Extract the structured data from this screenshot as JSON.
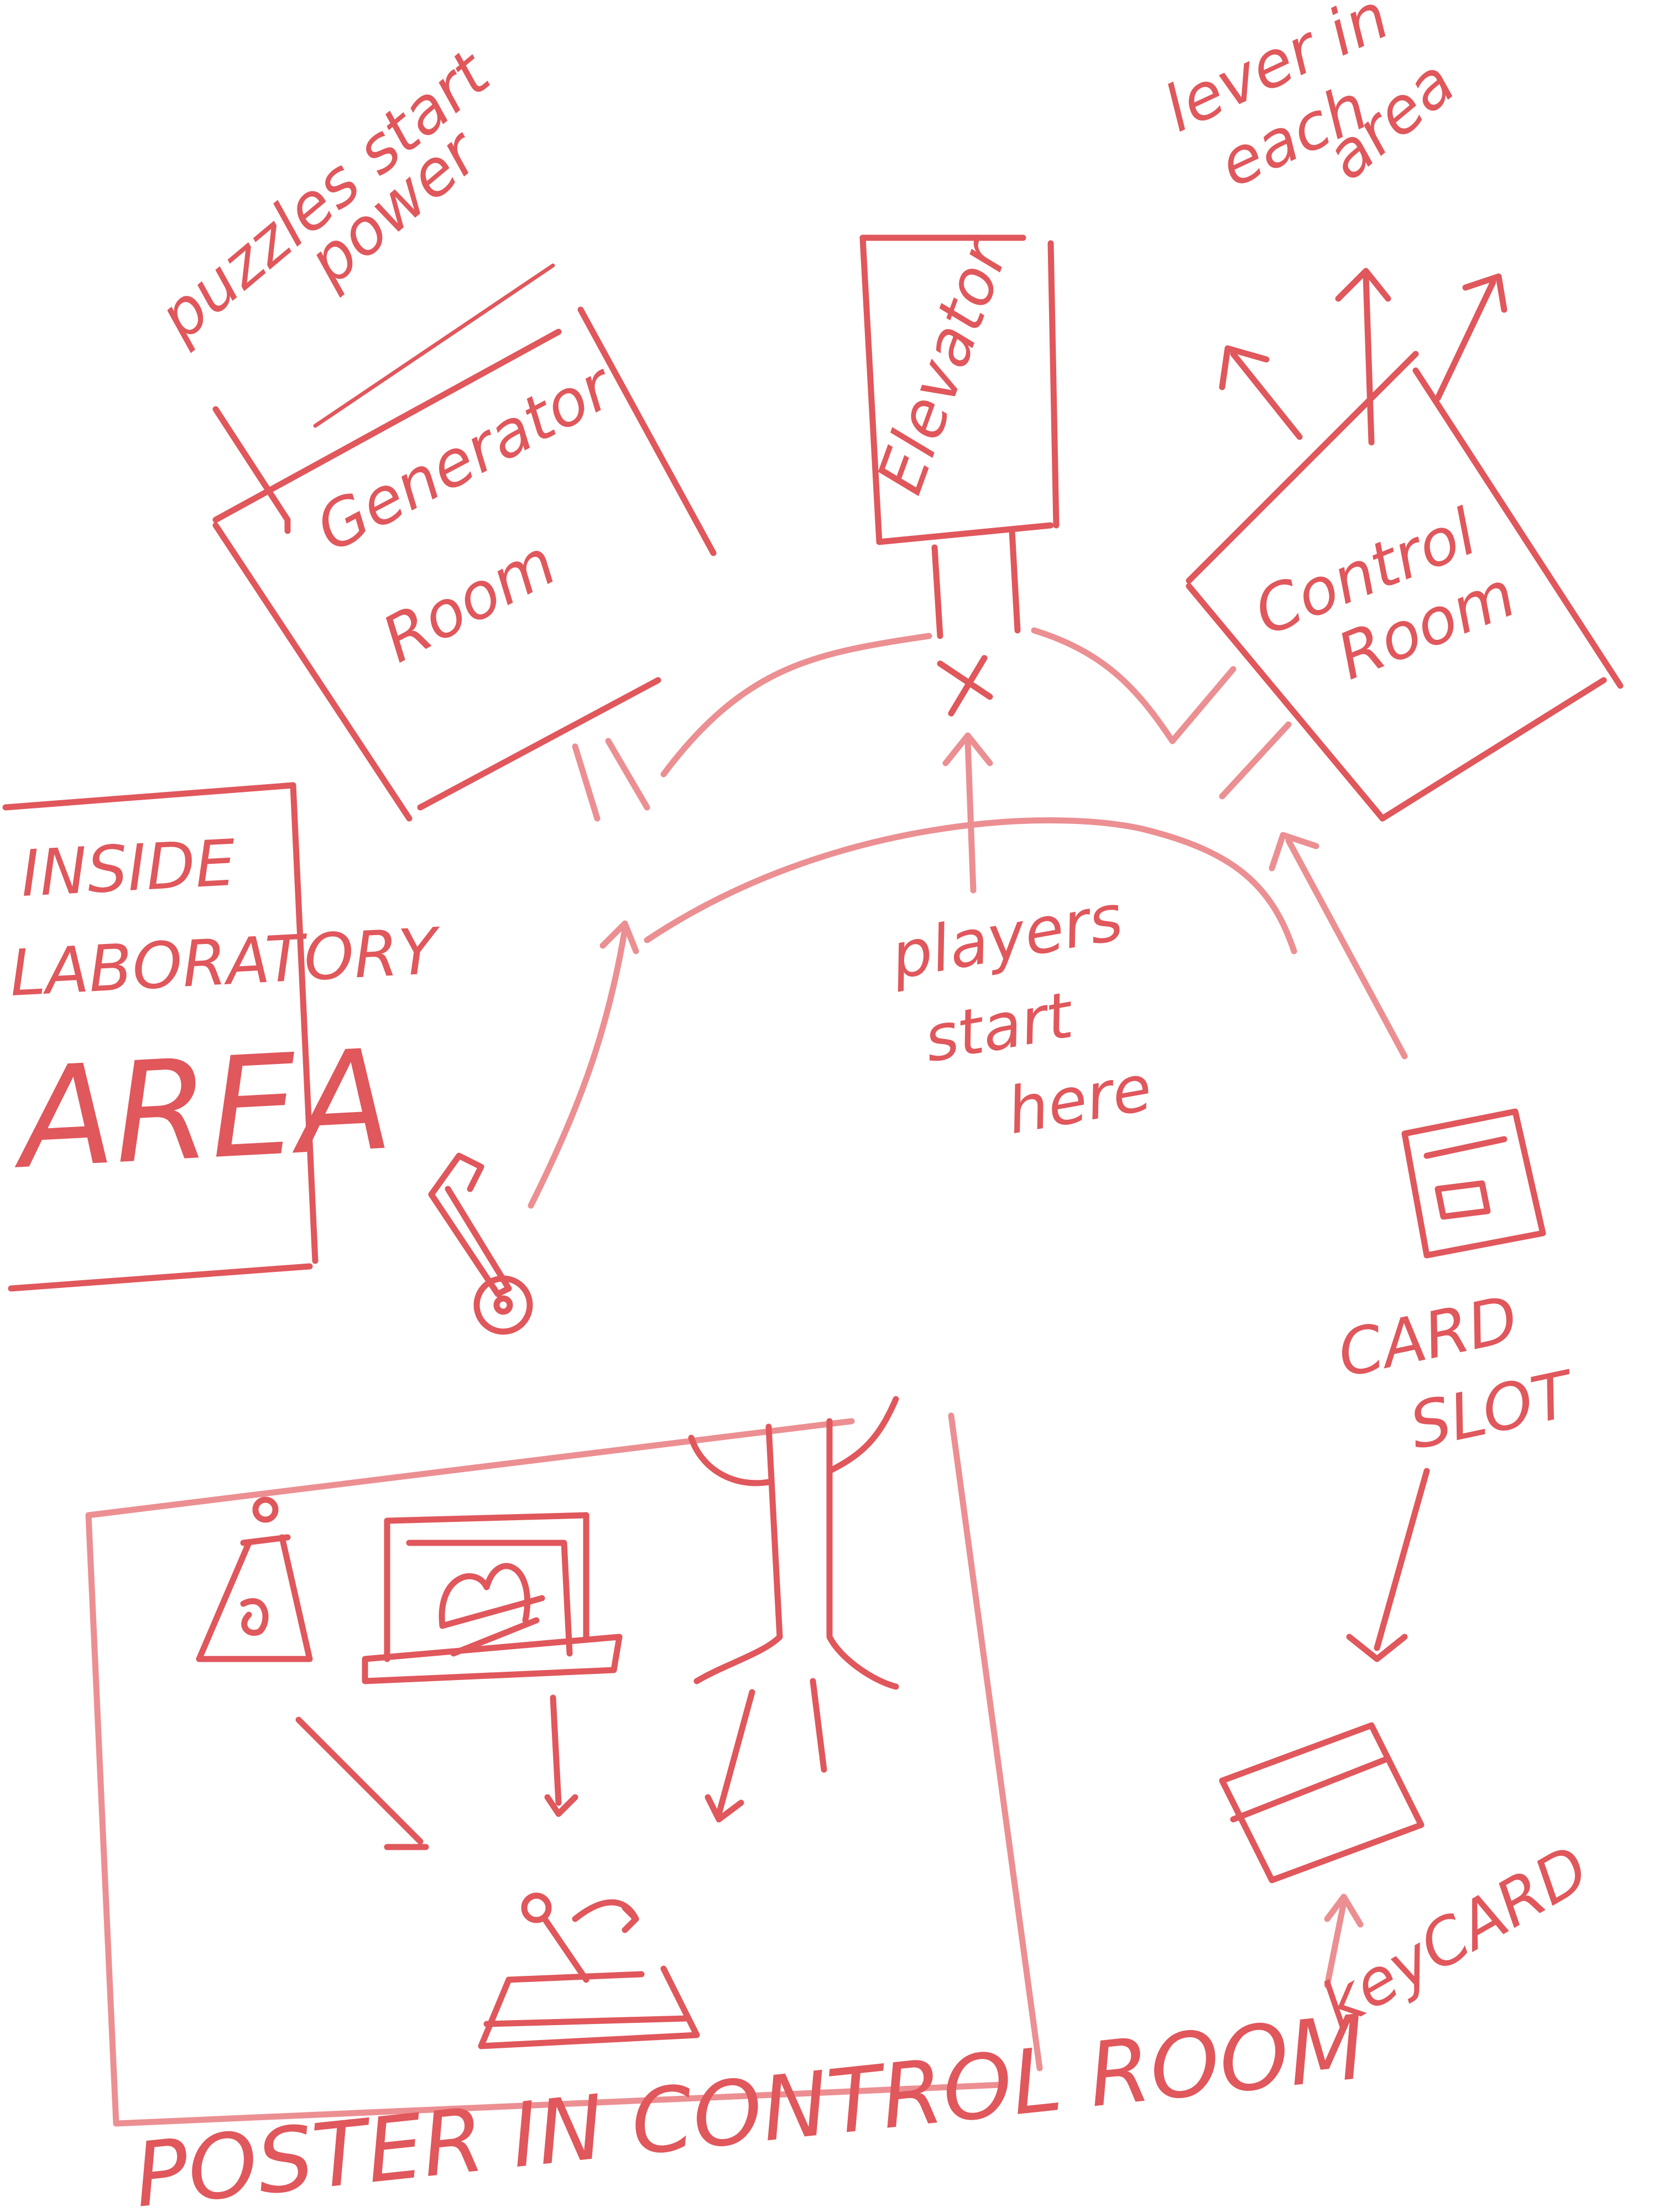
{
  "ink_color": "#e0575c",
  "ink_light": "#ec8f92",
  "labels": {
    "puzzles": [
      "puzzles start",
      "power"
    ],
    "generator_room": [
      "Generator",
      "Room"
    ],
    "elevator": "Elevator",
    "lever_note": [
      "lever in",
      "each",
      "area"
    ],
    "control_room": [
      "Control",
      "Room"
    ],
    "inside_lab": [
      "INSIDE",
      "LABORATORY",
      "AREA"
    ],
    "players_start": [
      "players",
      "start",
      "here"
    ],
    "card_slot": [
      "CARD",
      "SLOT"
    ],
    "keycard": "keyCARD",
    "poster": "POSTER IN CONTROL ROOM"
  },
  "icons": [
    "key-icon",
    "card-slot-icon",
    "keycard-icon",
    "flask-icon",
    "fireplace-icon",
    "tree-icon",
    "lever-icon"
  ]
}
